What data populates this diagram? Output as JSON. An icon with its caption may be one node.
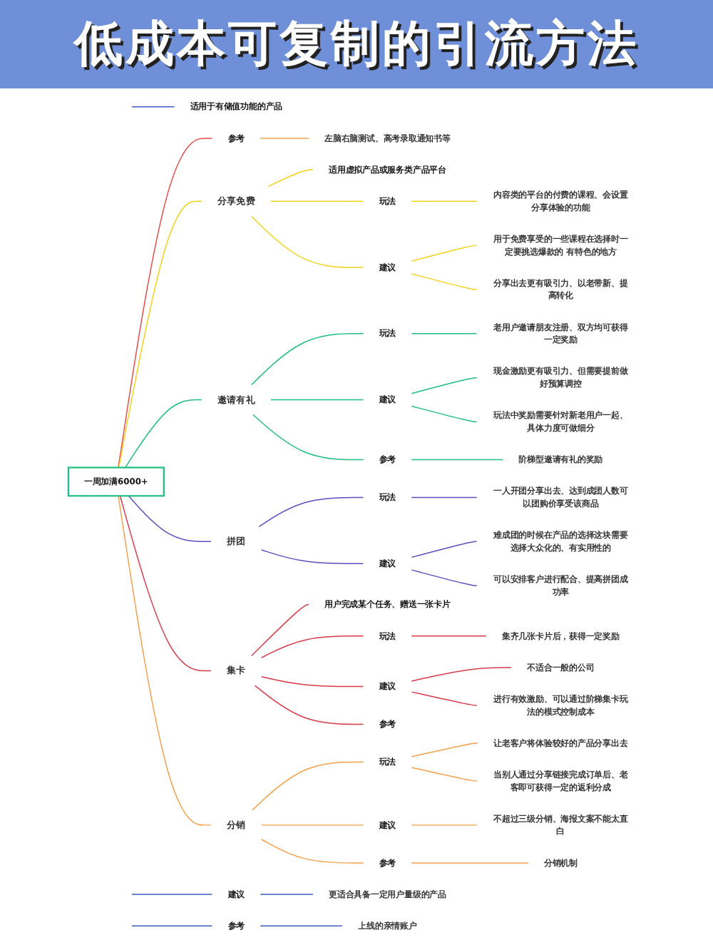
{
  "diagram": {
    "title": "低成本可复制的引流方法",
    "nodes": [
      {
        "text": [
          "一周加满6000+"
        ]
      },
      {
        "text": [
          "参考"
        ]
      },
      {
        "text": [
          "左脑右脑测试、高考录取通知书等"
        ]
      },
      {
        "text": [
          "分享免费"
        ]
      },
      {
        "text": [
          "适用虚拟产品或服务类产品平台"
        ]
      },
      {
        "text": [
          "玩法"
        ]
      },
      {
        "text": [
          "内容类的平台的付费的课程、会设置分享体验的功能"
        ]
      },
      {
        "text": [
          "建议"
        ]
      },
      {
        "text": [
          "用于免费享受的一些课程在选择时一定要挑选爆款的 有特色的地方"
        ]
      },
      {
        "text": [
          "分享出去更有吸引力、以老带新、提高转化"
        ]
      },
      {
        "text": [
          "邀请有礼"
        ]
      },
      {
        "text": [
          "玩法"
        ]
      },
      {
        "text": [
          "老用户邀请朋友注册、双方均可获得一定奖励"
        ]
      },
      {
        "text": [
          "建议"
        ]
      },
      {
        "text": [
          "现金激励更有吸引力、但需要提前做好预算调控"
        ]
      },
      {
        "text": [
          "玩法中奖励需要针对新老用户一起、具体力度可做细分"
        ]
      },
      {
        "text": [
          "参考"
        ]
      },
      {
        "text": [
          "阶梯型邀请有礼的奖励"
        ]
      },
      {
        "text": [
          "适用于有储值功能的产品"
        ]
      },
      {
        "text": [
          "建议"
        ]
      },
      {
        "text": [
          "更适合具备一定用户量级的产品"
        ]
      },
      {
        "text": [
          "参考"
        ]
      },
      {
        "text": [
          "上线的亲情账户"
        ]
      },
      {
        "text": [
          "拼团"
        ]
      },
      {
        "text": [
          "玩法"
        ]
      },
      {
        "text": [
          "一人开团分享出去、达到成团人数可以团购价享受该商品"
        ]
      },
      {
        "text": [
          "建议"
        ]
      },
      {
        "text": [
          "难成团的时候在产品的选择这块需要选择大众化的、有实用性的"
        ]
      },
      {
        "text": [
          "可以安排客户进行配合、提高拼团成功率"
        ]
      },
      {
        "text": [
          "集卡"
        ]
      },
      {
        "text": [
          "用户完成某个任务、赠送一张卡片"
        ]
      },
      {
        "text": [
          "玩法"
        ]
      },
      {
        "text": [
          "集齐几张卡片后，获得一定奖励"
        ]
      },
      {
        "text": [
          "建议"
        ]
      },
      {
        "text": [
          "不适合一般的公司"
        ]
      },
      {
        "text": [
          "进行有效激励、可以通过阶梯集卡玩法的模式控制成本"
        ]
      },
      {
        "text": [
          "参考"
        ]
      },
      {
        "text": [
          "分销"
        ]
      },
      {
        "text": [
          "玩法"
        ]
      },
      {
        "text": [
          "让老客户将体验较好的产品分享出去"
        ]
      },
      {
        "text": [
          "当别人通过分享链接完成订单后、老客即可获得一定的返利分成"
        ]
      },
      {
        "text": [
          "建议"
        ]
      },
      {
        "text": [
          "不超过三级分销、海报文案不能太直白"
        ]
      },
      {
        "text": [
          "参考"
        ]
      },
      {
        "text": [
          "分销机制"
        ]
      }
    ],
    "edges": [
      {
        "from": 0,
        "to": 1,
        "arrow": "none",
        "color": "#e84a4a"
      },
      {
        "from": 1,
        "to": 2,
        "arrow": "none",
        "color": "#f5a04a"
      },
      {
        "from": 0,
        "to": 3,
        "arrow": "none",
        "color": "#f2d21b"
      },
      {
        "from": 3,
        "to": 4,
        "arrow": "none",
        "color": "#f2d21b"
      },
      {
        "from": 3,
        "to": 5,
        "arrow": "none",
        "color": "#f2d21b"
      },
      {
        "from": 5,
        "to": 6,
        "arrow": "none",
        "color": "#f2d21b"
      },
      {
        "from": 3,
        "to": 7,
        "arrow": "none",
        "color": "#f2d21b"
      },
      {
        "from": 7,
        "to": 8,
        "arrow": "none",
        "color": "#f2d21b"
      },
      {
        "from": 7,
        "to": 9,
        "arrow": "none",
        "color": "#f2d21b"
      },
      {
        "from": 0,
        "to": 10,
        "arrow": "none",
        "color": "#1fbf7e"
      },
      {
        "from": 10,
        "to": 11,
        "arrow": "none",
        "color": "#1fbf7e"
      },
      {
        "from": 11,
        "to": 12,
        "arrow": "none",
        "color": "#1fbf7e"
      },
      {
        "from": 10,
        "to": 13,
        "arrow": "none",
        "color": "#1fbf7e"
      },
      {
        "from": 13,
        "to": 14,
        "arrow": "none",
        "color": "#1fbf7e"
      },
      {
        "from": 13,
        "to": 15,
        "arrow": "none",
        "color": "#1fbf7e"
      },
      {
        "from": 10,
        "to": 16,
        "arrow": "none",
        "color": "#1fbf7e"
      },
      {
        "from": 16,
        "to": 17,
        "arrow": "none",
        "color": "#1fbf7e"
      },
      {
        "from": null,
        "to": 18,
        "arrow": "none",
        "color": "#3b5bc9"
      },
      {
        "from": null,
        "to": 19,
        "arrow": "none",
        "color": "#3b5bc9"
      },
      {
        "from": 19,
        "to": 20,
        "arrow": "none",
        "color": "#3b5bc9"
      },
      {
        "from": null,
        "to": 21,
        "arrow": "none",
        "color": "#3b5bc9"
      },
      {
        "from": 21,
        "to": 22,
        "arrow": "none",
        "color": "#3b5bc9"
      },
      {
        "from": 0,
        "to": 23,
        "arrow": "none",
        "color": "#5a4fc0"
      },
      {
        "from": 23,
        "to": 24,
        "arrow": "none",
        "color": "#5a4fc0"
      },
      {
        "from": 24,
        "to": 25,
        "arrow": "none",
        "color": "#5a4fc0"
      },
      {
        "from": 23,
        "to": 26,
        "arrow": "none",
        "color": "#5a4fc0"
      },
      {
        "from": 26,
        "to": 27,
        "arrow": "none",
        "color": "#5a4fc0"
      },
      {
        "from": 26,
        "to": 28,
        "arrow": "none",
        "color": "#5a4fc0"
      },
      {
        "from": 0,
        "to": 29,
        "arrow": "none",
        "color": "#d93a4a"
      },
      {
        "from": 29,
        "to": 30,
        "arrow": "none",
        "color": "#d93a4a"
      },
      {
        "from": 29,
        "to": 31,
        "arrow": "none",
        "color": "#d93a4a"
      },
      {
        "from": 31,
        "to": 32,
        "arrow": "none",
        "color": "#d93a4a"
      },
      {
        "from": 29,
        "to": 33,
        "arrow": "none",
        "color": "#d93a4a"
      },
      {
        "from": 33,
        "to": 34,
        "arrow": "none",
        "color": "#d93a4a"
      },
      {
        "from": 33,
        "to": 35,
        "arrow": "none",
        "color": "#d93a4a"
      },
      {
        "from": 29,
        "to": 36,
        "arrow": "none",
        "color": "#d93a4a"
      },
      {
        "from": 0,
        "to": 37,
        "arrow": "none",
        "color": "#f5a04a"
      },
      {
        "from": 37,
        "to": 38,
        "arrow": "none",
        "color": "#f5a04a"
      },
      {
        "from": 38,
        "to": 39,
        "arrow": "none",
        "color": "#f5a04a"
      },
      {
        "from": 38,
        "to": 40,
        "arrow": "none",
        "color": "#f5a04a"
      },
      {
        "from": 37,
        "to": 41,
        "arrow": "none",
        "color": "#f5a04a"
      },
      {
        "from": 41,
        "to": 42,
        "arrow": "none",
        "color": "#f5a04a"
      },
      {
        "from": 37,
        "to": 43,
        "arrow": "none",
        "color": "#f5a04a"
      },
      {
        "from": 43,
        "to": 44,
        "arrow": "none",
        "color": "#f5a04a"
      }
    ]
  }
}
